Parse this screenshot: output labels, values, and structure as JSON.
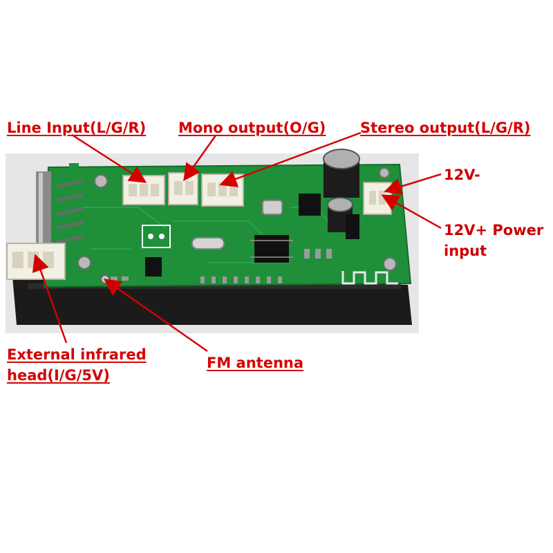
{
  "labels": {
    "line_input": "Line Input(L/G/R)",
    "mono_output": "Mono output(O/G)",
    "stereo_output": "Stereo output(L/G/R)",
    "v12_minus": "12V-",
    "v12_plus_line1": "12V+ Power",
    "v12_plus_line2": "input",
    "infrared_line1": "External infrared",
    "infrared_line2": "head(I/G/5V)",
    "fm_antenna": "FM antenna"
  },
  "colors": {
    "label": "#d40000",
    "pcb": "#1f8f3a",
    "enclosure": "#1a1a1a",
    "connector": "#f2efe4"
  }
}
